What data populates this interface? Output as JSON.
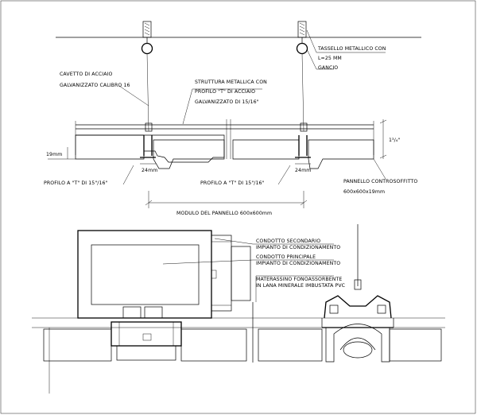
{
  "labels": {
    "tassello": "TASSELLO METALLICO CON",
    "tassello_l": "L=25 MM",
    "gancio": "GANCIO",
    "cavetto_1": "CAVETTO DI ACCIAIO",
    "cavetto_2": "GALVANIZZATO CALIBRO 16",
    "struttura_1": "STRUTTURA METALLICA CON",
    "struttura_2": "PROFILO \"T\" DI ACCIAIO",
    "struttura_3": "GALVANIZZATO DI 15/16\"",
    "dim_right": "1³/₄\"",
    "dim_19mm": "19mm",
    "dim_24mm_a": "24mm",
    "dim_24mm_b": "24mm",
    "profilo_a": "PROFILO A \"T\" DI 15\"/16\"",
    "profilo_b": "PROFILO A \"T\" DI 15\"/16\"",
    "pannello_1": "PANNELLO CONTROSOFFITTO",
    "pannello_2": "600x600x19mm",
    "modulo": "MODULO DEL PANNELLO 600x600mm",
    "cond_sec_1": "CONDOTTO SECONDARIO",
    "cond_sec_2": "IMPIANTO DI CONDIZIONAMENTO",
    "cond_pri_1": "CONDOTTO PRINCIPALE",
    "cond_pri_2": "IMPIANTO DI CONDIZIONAMENTO",
    "mat_1": "MATERASSINO FONOASSORBENTE",
    "mat_2": "IN LANA MINERALE IMBUSTATA PVC"
  }
}
